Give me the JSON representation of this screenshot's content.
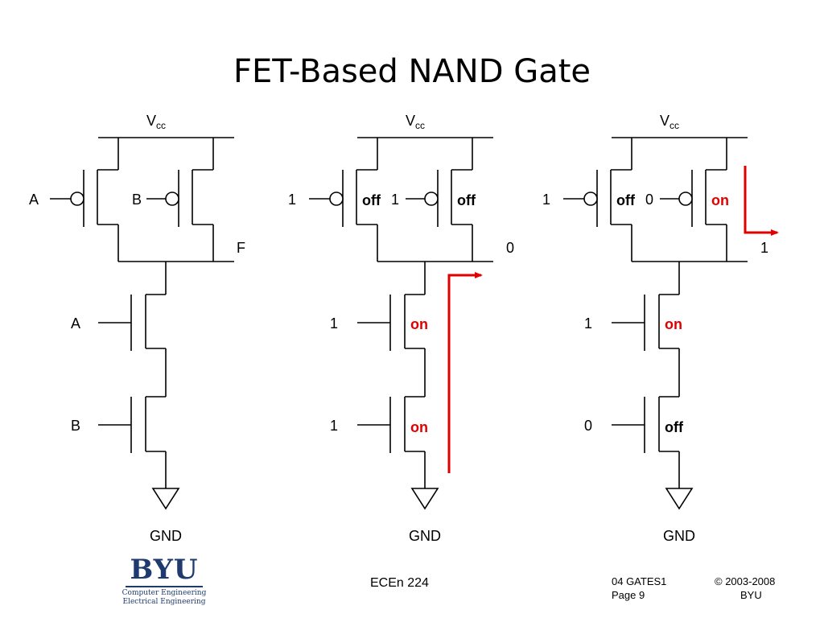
{
  "title": "FET-Based NAND Gate",
  "colors": {
    "highlight": "#e00000",
    "wire": "#000000",
    "logo": "#1f3a6e"
  },
  "circuits": [
    {
      "vcc": {
        "main": "V",
        "sub": "cc"
      },
      "pmos_a": {
        "input": "A",
        "state": ""
      },
      "pmos_b": {
        "input": "B",
        "state": ""
      },
      "output": "F",
      "nmos_a": {
        "input": "A",
        "state": ""
      },
      "nmos_b": {
        "input": "B",
        "state": ""
      },
      "gnd": "GND"
    },
    {
      "vcc": {
        "main": "V",
        "sub": "cc"
      },
      "pmos_a": {
        "input": "1",
        "state": "off"
      },
      "pmos_b": {
        "input": "1",
        "state": "off"
      },
      "output": "0",
      "nmos_a": {
        "input": "1",
        "state": "on"
      },
      "nmos_b": {
        "input": "1",
        "state": "on"
      },
      "gnd": "GND"
    },
    {
      "vcc": {
        "main": "V",
        "sub": "cc"
      },
      "pmos_a": {
        "input": "1",
        "state": "off"
      },
      "pmos_b": {
        "input": "0",
        "state": "on"
      },
      "output": "1",
      "nmos_a": {
        "input": "1",
        "state": "on"
      },
      "nmos_b": {
        "input": "0",
        "state": "off"
      },
      "gnd": "GND"
    }
  ],
  "footer": {
    "course": "ECEn 224",
    "file": "04 GATES1",
    "page": "Page 9",
    "copyright": "© 2003-2008",
    "org": "BYU"
  },
  "logo": {
    "word": "BYU",
    "line1": "Computer Engineering",
    "line2": "Electrical Engineering"
  }
}
